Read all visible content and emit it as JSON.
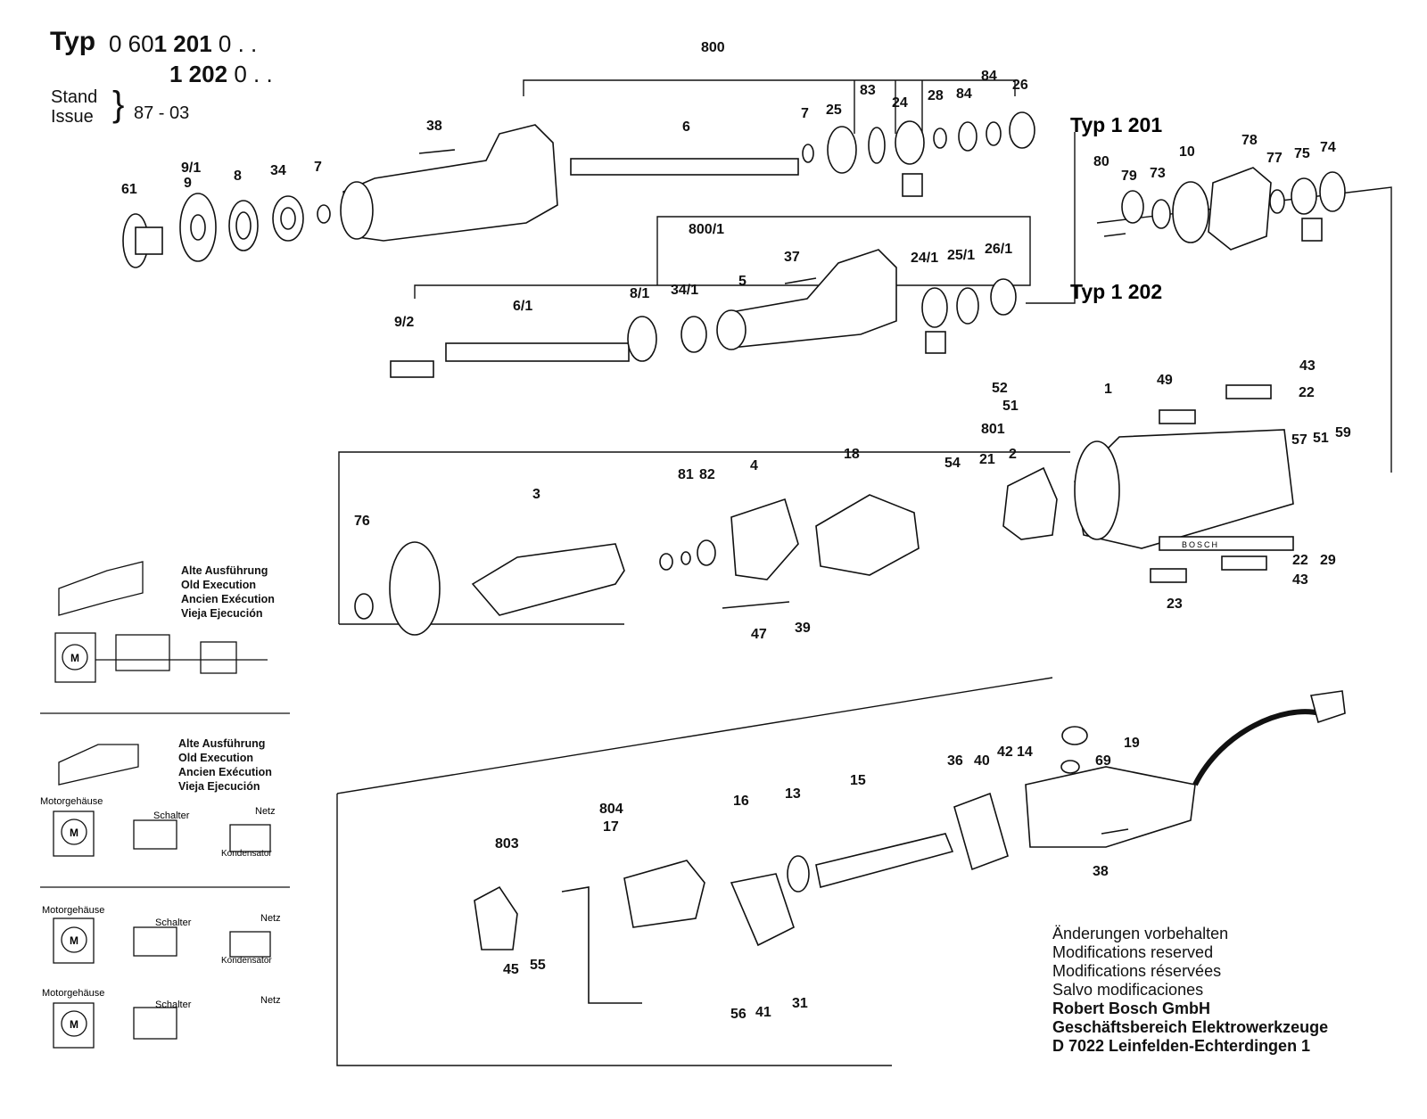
{
  "header": {
    "typ_label": "Typ",
    "typ_line1_prefix": "0 60",
    "typ_line1_bold": "1 201",
    "typ_line1_suffix": "0 . .",
    "typ_line2_bold": "1 202",
    "typ_line2_suffix": "0 . .",
    "stand": "Stand",
    "issue": "Issue",
    "date": "87 - 03"
  },
  "variant_labels": {
    "typ_1201": "Typ 1 201",
    "typ_1202": "Typ 1 202"
  },
  "part_labels": [
    "800",
    "38",
    "6",
    "7",
    "25",
    "83",
    "24",
    "28",
    "84",
    "84",
    "26",
    "61",
    "9/1",
    "9",
    "8",
    "34",
    "7",
    "800/1",
    "37",
    "24/1",
    "25/1",
    "26/1",
    "9/2",
    "6/1",
    "8/1",
    "34/1",
    "5",
    "80",
    "79",
    "73",
    "10",
    "78",
    "77",
    "75",
    "74",
    "43",
    "22",
    "52",
    "51",
    "801",
    "1",
    "49",
    "57",
    "51",
    "59",
    "76",
    "3",
    "81",
    "82",
    "4",
    "18",
    "54",
    "21",
    "2",
    "47",
    "39",
    "22",
    "29",
    "43",
    "23",
    "36",
    "40",
    "42",
    "14",
    "19",
    "69",
    "13",
    "15",
    "16",
    "804",
    "17",
    "803",
    "45",
    "55",
    "56",
    "41",
    "31",
    "38"
  ],
  "legend_old": {
    "line1": "Alte Ausführung",
    "line2": "Old Execution",
    "line3": "Ancien Exécution",
    "line4": "Vieja Ejecución"
  },
  "schematic_labels": {
    "motor": "M",
    "motorgehaeuse": "Motorgehäuse",
    "schalter": "Schalter",
    "netz": "Netz",
    "kondensator": "Kondensator"
  },
  "footer": {
    "line1": "Änderungen vorbehalten",
    "line2": "Modifications reserved",
    "line3": "Modifications réservées",
    "line4": "Salvo modificaciones",
    "company": "Robert Bosch GmbH",
    "division": "Geschäftsbereich Elektrowerkzeuge",
    "address": "D 7022 Leinfelden-Echterdingen 1"
  },
  "decals": {
    "bosch_strip": "BOSCH"
  },
  "colors": {
    "ink": "#111111",
    "paper": "#ffffff"
  }
}
